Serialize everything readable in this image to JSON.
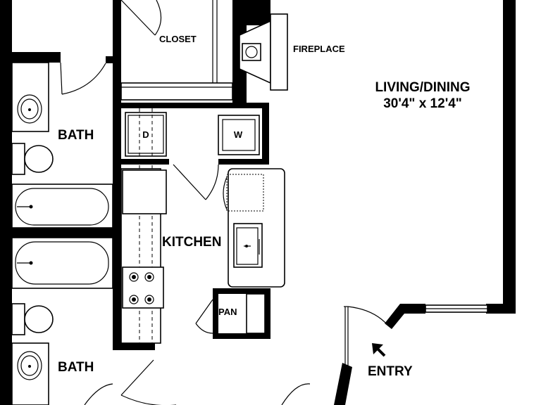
{
  "rooms": {
    "closet": "CLOSET",
    "fireplace": "FIREPLACE",
    "living_dining": "LIVING/DINING",
    "living_dining_dims": "30'4\" x 12'4\"",
    "bath_upper": "BATH",
    "bath_lower": "BATH",
    "kitchen": "KITCHEN",
    "pantry": "PAN",
    "entry": "ENTRY"
  },
  "appliances": {
    "dryer": "D",
    "washer": "W"
  },
  "icons": [
    "entry-arrow-icon",
    "cooktop-icon",
    "sink-icon",
    "toilet-icon",
    "bathtub-icon"
  ]
}
